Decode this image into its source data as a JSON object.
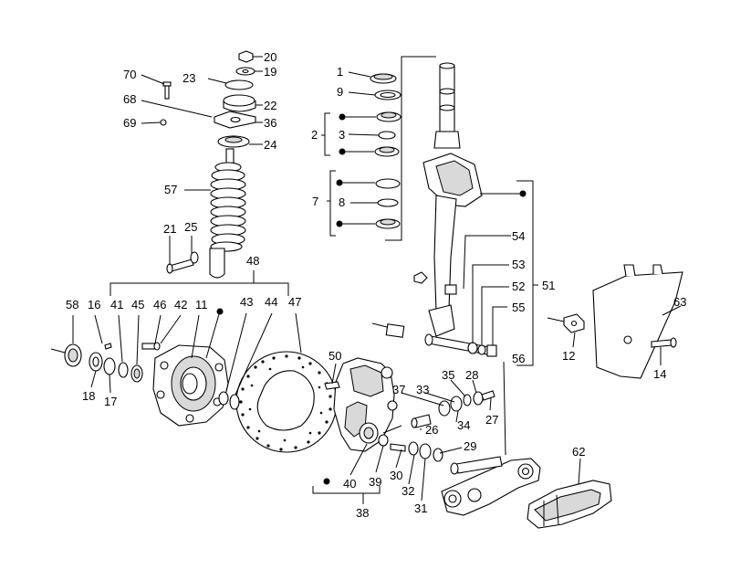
{
  "labels": {
    "l1": "1",
    "l2": "2",
    "l3": "3",
    "l7": "7",
    "l8": "8",
    "l9": "9",
    "l11": "11",
    "l12": "12",
    "l14": "14",
    "l16": "16",
    "l17": "17",
    "l18": "18",
    "l19": "19",
    "l20": "20",
    "l21": "21",
    "l22": "22",
    "l23": "23",
    "l24": "24",
    "l25": "25",
    "l26": "26",
    "l27": "27",
    "l28": "28",
    "l29": "29",
    "l30": "30",
    "l31": "31",
    "l32": "32",
    "l33": "33",
    "l34": "34",
    "l35": "35",
    "l36": "36",
    "l37": "37",
    "l38": "38",
    "l39": "39",
    "l40": "40",
    "l41": "41",
    "l42": "42",
    "l43": "43",
    "l44": "44",
    "l45": "45",
    "l46": "46",
    "l47": "47",
    "l48": "48",
    "l50": "50",
    "l51": "51",
    "l52": "52",
    "l53": "53",
    "l54": "54",
    "l55": "55",
    "l56": "56",
    "l57": "57",
    "l58": "58",
    "l62": "62",
    "l63": "63",
    "l68": "68",
    "l69": "69",
    "l70": "70"
  },
  "colors": {
    "ink": "#000000",
    "background": "#ffffff",
    "shade": "#d9d9d9"
  }
}
